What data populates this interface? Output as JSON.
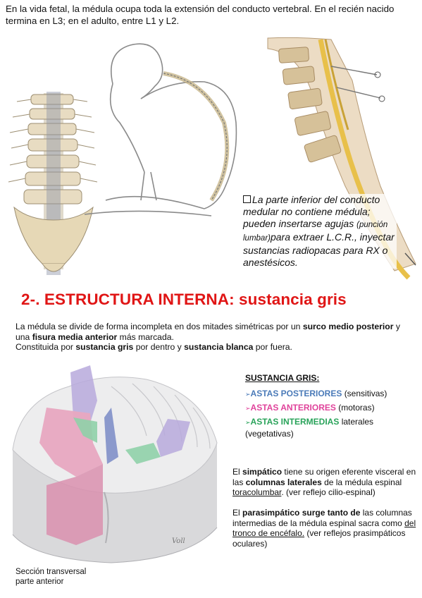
{
  "intro": "En la vida fetal, la médula ocupa toda la extensión del conducto vertebral. En el recién nacido termina en L3; en el adulto, entre L1 y L2.",
  "note": {
    "line1": "La parte inferior del conducto medular no contiene médula; pueden insertarse agujas",
    "small": "(punción lumbar)",
    "line2": "para extraer L.C.R., inyectar sustancias radiopacas para RX o anestésicos."
  },
  "heading": "2-. ESTRUCTURA INTERNA: sustancia gris",
  "paragraph": {
    "t1": "La médula se divide de forma incompleta en dos mitades simétricas por un ",
    "b1": "surco medio posterior",
    "t2": " y una ",
    "b2": "fisura media anterior",
    "t3": " más marcada.",
    "t4": "Constituida por ",
    "b3": "sustancia gris",
    "t5": " por dentro y ",
    "b4": "sustancia blanca",
    "t6": " por fuera."
  },
  "caption": {
    "line1": "Sección transversal",
    "line2": "parte anterior"
  },
  "figure_signature": "Voll",
  "legend": {
    "title": "SUSTANCIA GRIS:",
    "posteriores": {
      "label": "ASTAS POSTERIORES",
      "desc": "(sensitivas)"
    },
    "anteriores": {
      "label": "ASTAS ANTERIORES",
      "desc": "(motoras)"
    },
    "intermedias": {
      "label": "ASTAS INTERMEDIAS",
      "desc": "laterales (vegetativas)"
    },
    "arrow": "➢"
  },
  "simpatico": {
    "t1": "El ",
    "b1": "simpático",
    "t2": " tiene su origen eferente visceral en las ",
    "b2": "columnas laterales",
    "t3": " de la médula espinal ",
    "u1": "toracolumbar",
    "t4": ". (ver reflejo cilio-espinal)"
  },
  "parasimpatico": {
    "t1": "El ",
    "b1": "parasimpático",
    "t2": " ",
    "b2": "surge tanto de",
    "t3": " las columnas intermedias de la médula espinal sacra como ",
    "u1": "del tronco de encéfalo.",
    "t4": " (ver reflejos prasimpáticos oculares)"
  },
  "colors": {
    "heading": "#e01515",
    "posteriores": "#4a7ab8",
    "anteriores": "#e0439b",
    "intermedias": "#29a35a"
  }
}
